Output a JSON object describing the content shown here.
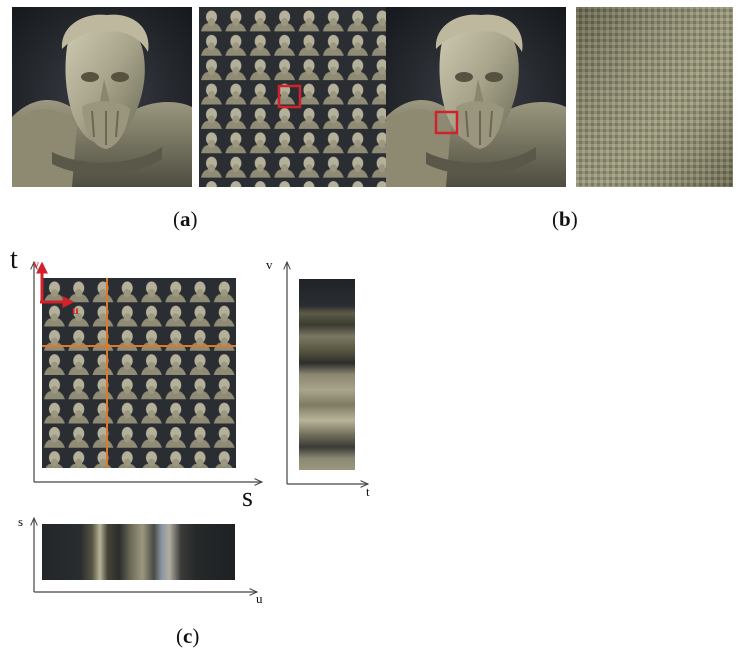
{
  "captions": {
    "a_open": "(",
    "a_letter": "a",
    "a_close": ")",
    "b_open": "(",
    "b_letter": "b",
    "b_close": ")",
    "c_open": "(",
    "c_letter": "c",
    "c_close": ")"
  },
  "diagram_c": {
    "main_axis_y_label": "t",
    "main_axis_x_label": "s",
    "corner_axis_v_label": "v",
    "corner_axis_u_label": "u",
    "epi_vt_y_label": "v",
    "epi_vt_x_label": "t",
    "epi_su_y_label": "s",
    "epi_su_x_label": "u"
  },
  "colors": {
    "highlight_box": "#d0222b",
    "scanline": "#e0782a",
    "axis": "#444444",
    "corner_axes": "#d0222b"
  }
}
